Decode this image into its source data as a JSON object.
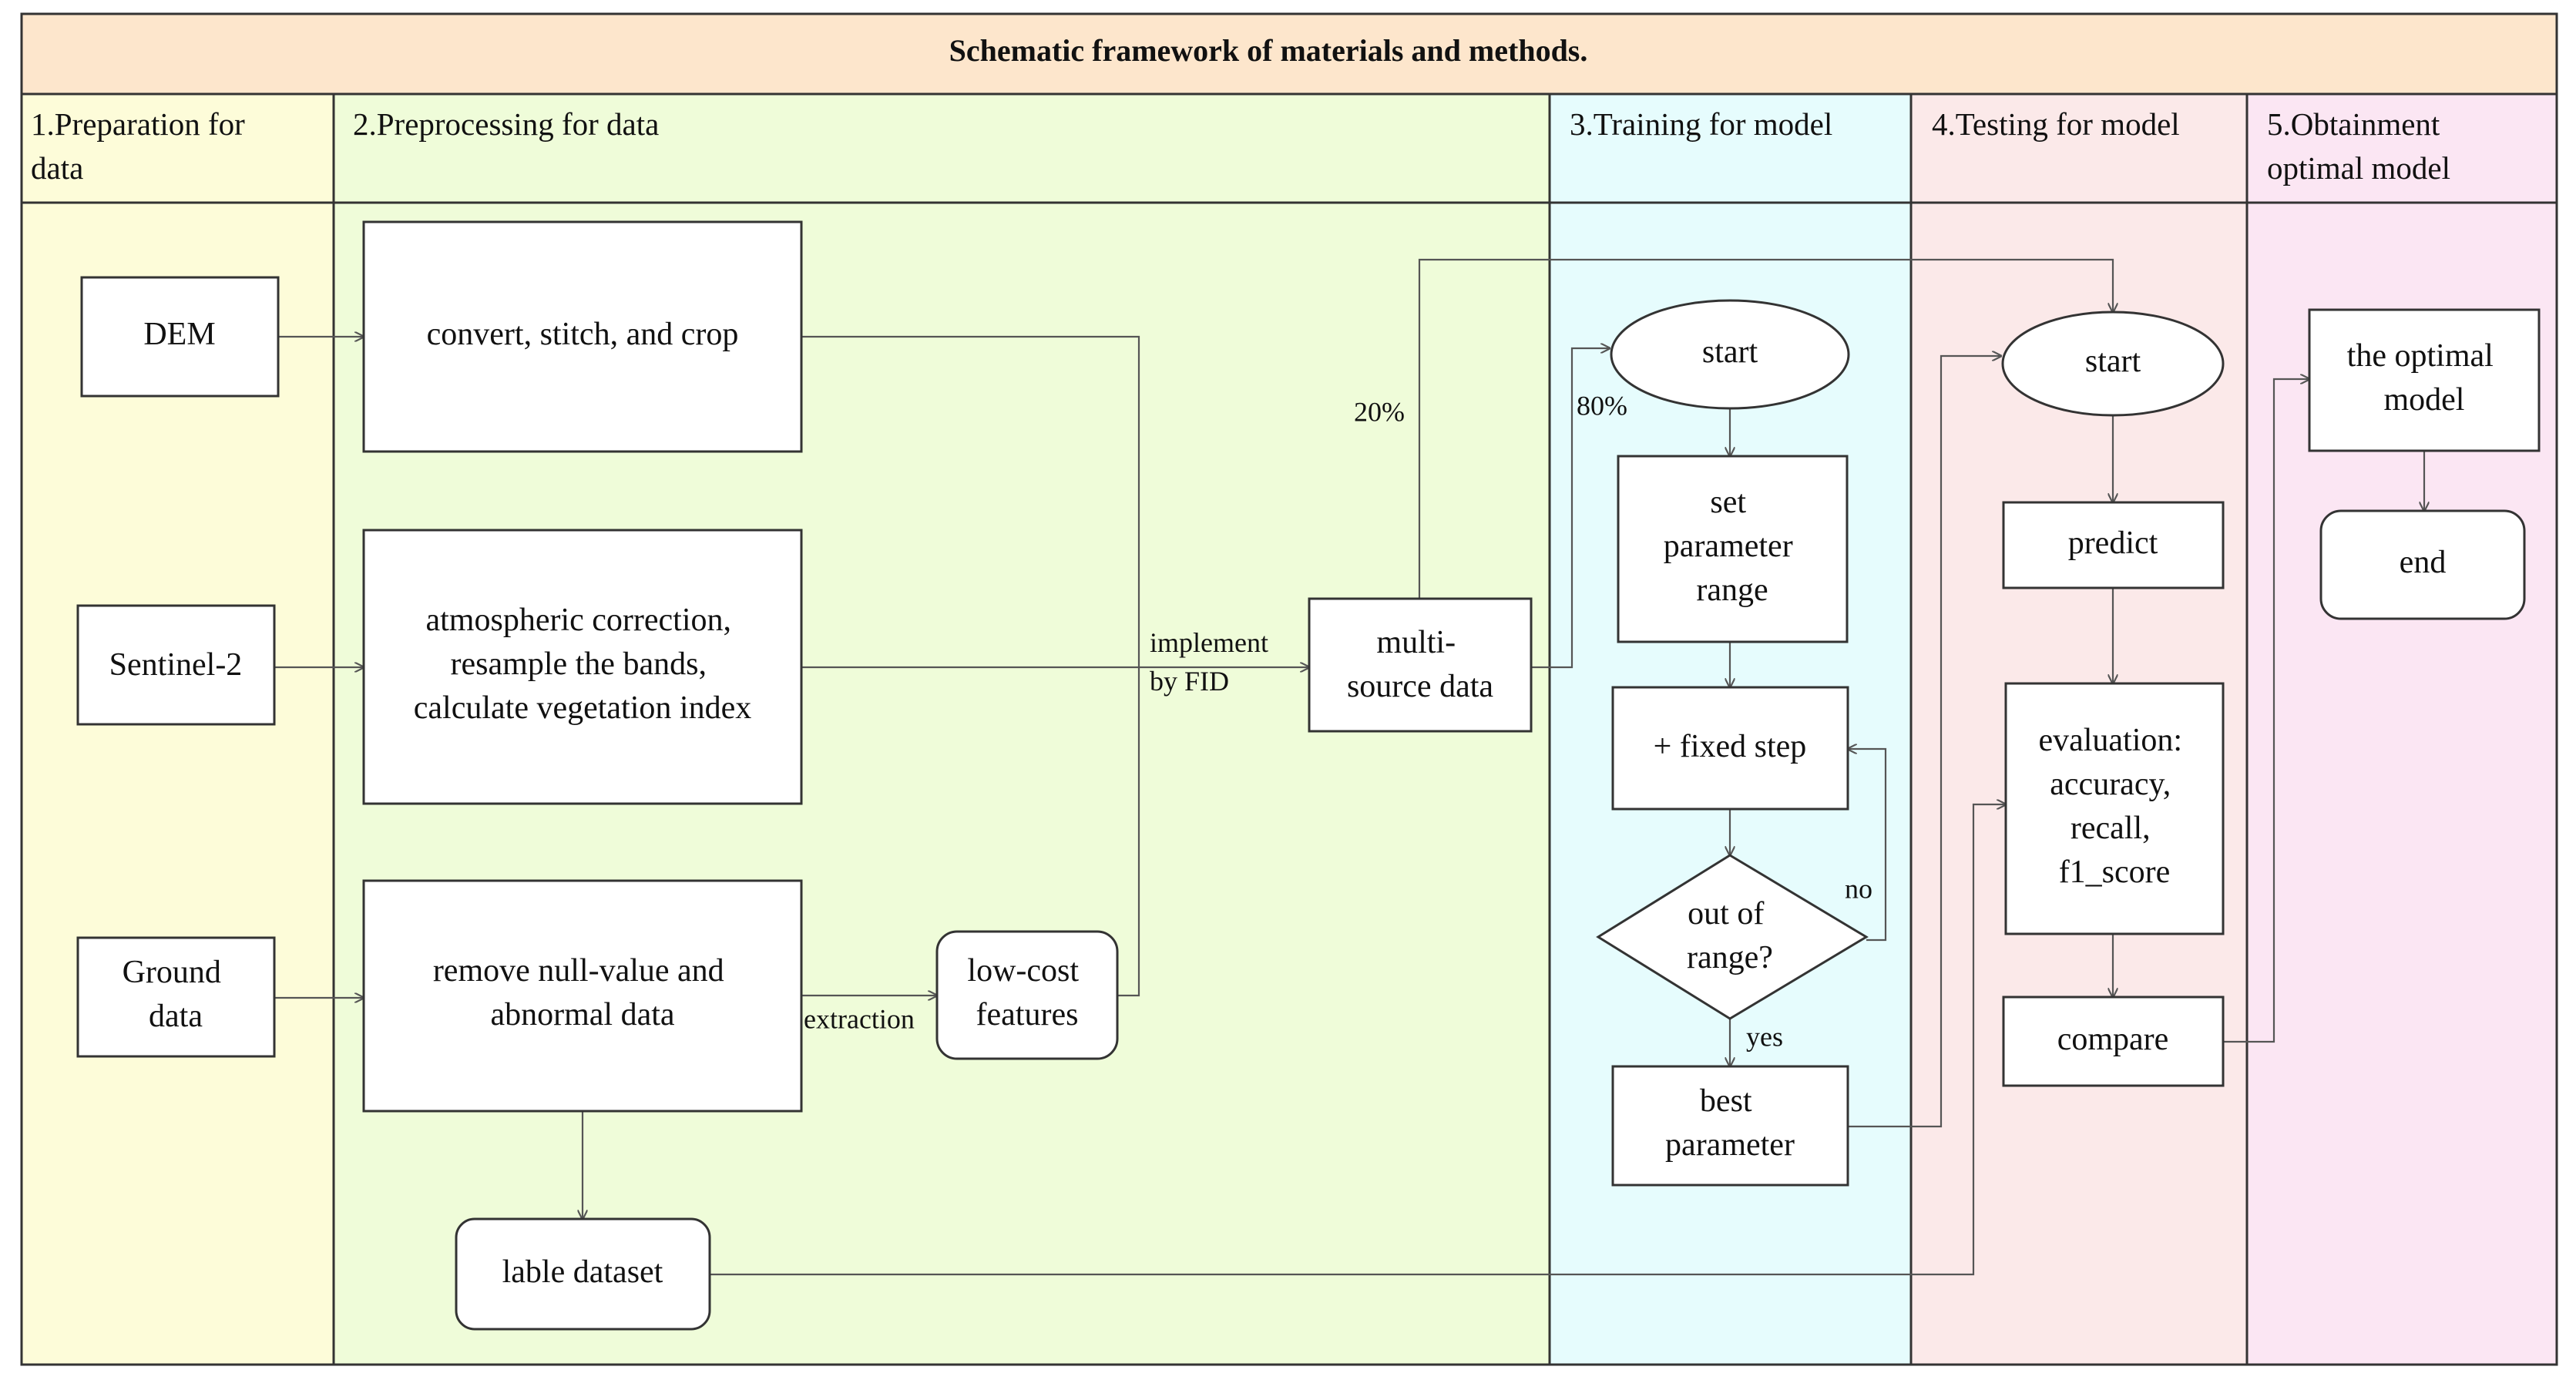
{
  "title": "Schematic framework of materials and methods.",
  "colors": {
    "title_band": "#fde6cc",
    "lane_preparation": "#fdfcd9",
    "lane_preprocessing": "#effcd9",
    "lane_training": "#e6fcfd",
    "lane_testing": "#fbe9e9",
    "lane_optimal": "#fbe6f3",
    "border": "#333333",
    "arrow": "#555555"
  },
  "lanes": [
    {
      "id": "prep",
      "label_lines": [
        "1.Preparation for",
        "data"
      ]
    },
    {
      "id": "preproc",
      "label_lines": [
        "2.Preprocessing for data"
      ]
    },
    {
      "id": "train",
      "label_lines": [
        "3.Training for model"
      ]
    },
    {
      "id": "test",
      "label_lines": [
        "4.Testing for model"
      ]
    },
    {
      "id": "optimal",
      "label_lines": [
        "5.Obtainment",
        "optimal model"
      ]
    }
  ],
  "nodes": {
    "dem": {
      "lines": [
        "DEM"
      ]
    },
    "sentinel": {
      "lines": [
        "Sentinel-2"
      ]
    },
    "ground": {
      "lines": [
        "Ground",
        "data"
      ]
    },
    "convert": {
      "lines": [
        "convert, stitch, and crop"
      ]
    },
    "atmos": {
      "lines": [
        "atmospheric correction,",
        "resample the bands,",
        "calculate vegetation index"
      ]
    },
    "remove": {
      "lines": [
        "remove null-value and",
        "abnormal data"
      ]
    },
    "lowcost": {
      "lines": [
        "low-cost",
        "features"
      ]
    },
    "lable": {
      "lines": [
        "lable dataset"
      ]
    },
    "multi": {
      "lines": [
        "multi-",
        "source data"
      ]
    },
    "start_train": {
      "lines": [
        "start"
      ]
    },
    "set_param": {
      "lines": [
        "set",
        "parameter",
        "range"
      ]
    },
    "fixed_step": {
      "lines": [
        "+ fixed step"
      ]
    },
    "out_range": {
      "lines": [
        "out of",
        "range?"
      ]
    },
    "best_param": {
      "lines": [
        "best",
        "parameter"
      ]
    },
    "start_test": {
      "lines": [
        "start"
      ]
    },
    "predict": {
      "lines": [
        "predict"
      ]
    },
    "evaluation": {
      "lines": [
        "evaluation:",
        "accuracy,",
        "recall,",
        "f1_score"
      ]
    },
    "compare": {
      "lines": [
        "compare"
      ]
    },
    "optimal_model": {
      "lines": [
        "the optimal",
        "model"
      ]
    },
    "end": {
      "lines": [
        "end"
      ]
    }
  },
  "edge_labels": {
    "implement": [
      "implement",
      "by FID"
    ],
    "extraction": "extraction",
    "pct_20": "20%",
    "pct_80": "80%",
    "no": "no",
    "yes": "yes"
  }
}
